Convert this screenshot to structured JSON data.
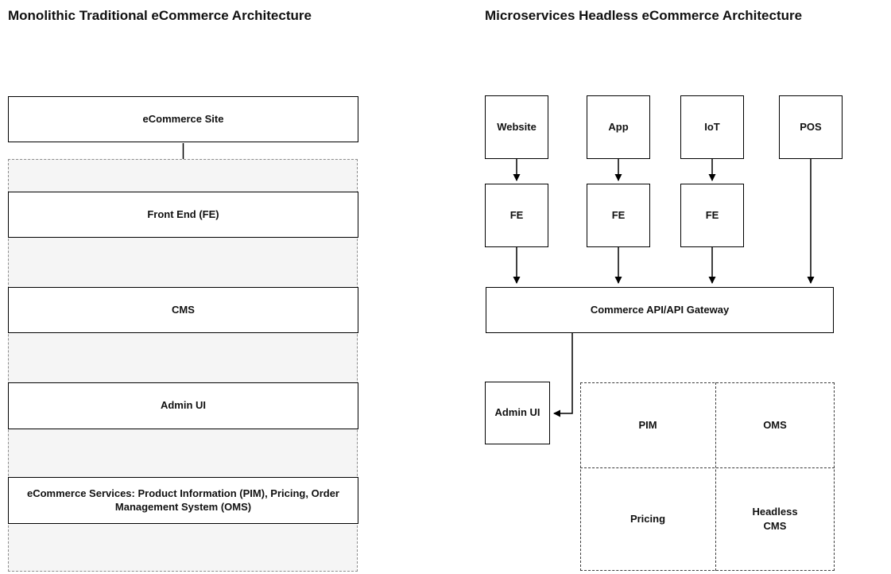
{
  "left_diagram": {
    "title": "Monolithic Traditional eCommerce Architecture",
    "nodes": {
      "site": "eCommerce Site",
      "front_end": "Front End (FE)",
      "cms": "CMS",
      "admin_ui": "Admin UI",
      "services": "eCommerce Services: Product Information (PIM), Pricing, Order Management System (OMS)"
    }
  },
  "right_diagram": {
    "title": "Microservices Headless eCommerce Architecture",
    "channels": [
      "Website",
      "App",
      "IoT",
      "POS"
    ],
    "fe_label": "FE",
    "gateway": "Commerce API/API Gateway",
    "admin_ui": "Admin UI",
    "services": [
      "PIM",
      "OMS",
      "Pricing",
      "Headless CMS"
    ]
  },
  "colors": {
    "node_border": "#000000",
    "node_fill": "#ffffff",
    "monolith_container_fill": "#f5f5f5",
    "monolith_container_border": "#8c8c8c",
    "grid_border": "#3a3a3a",
    "text": "#111111",
    "connector": "#000000"
  }
}
